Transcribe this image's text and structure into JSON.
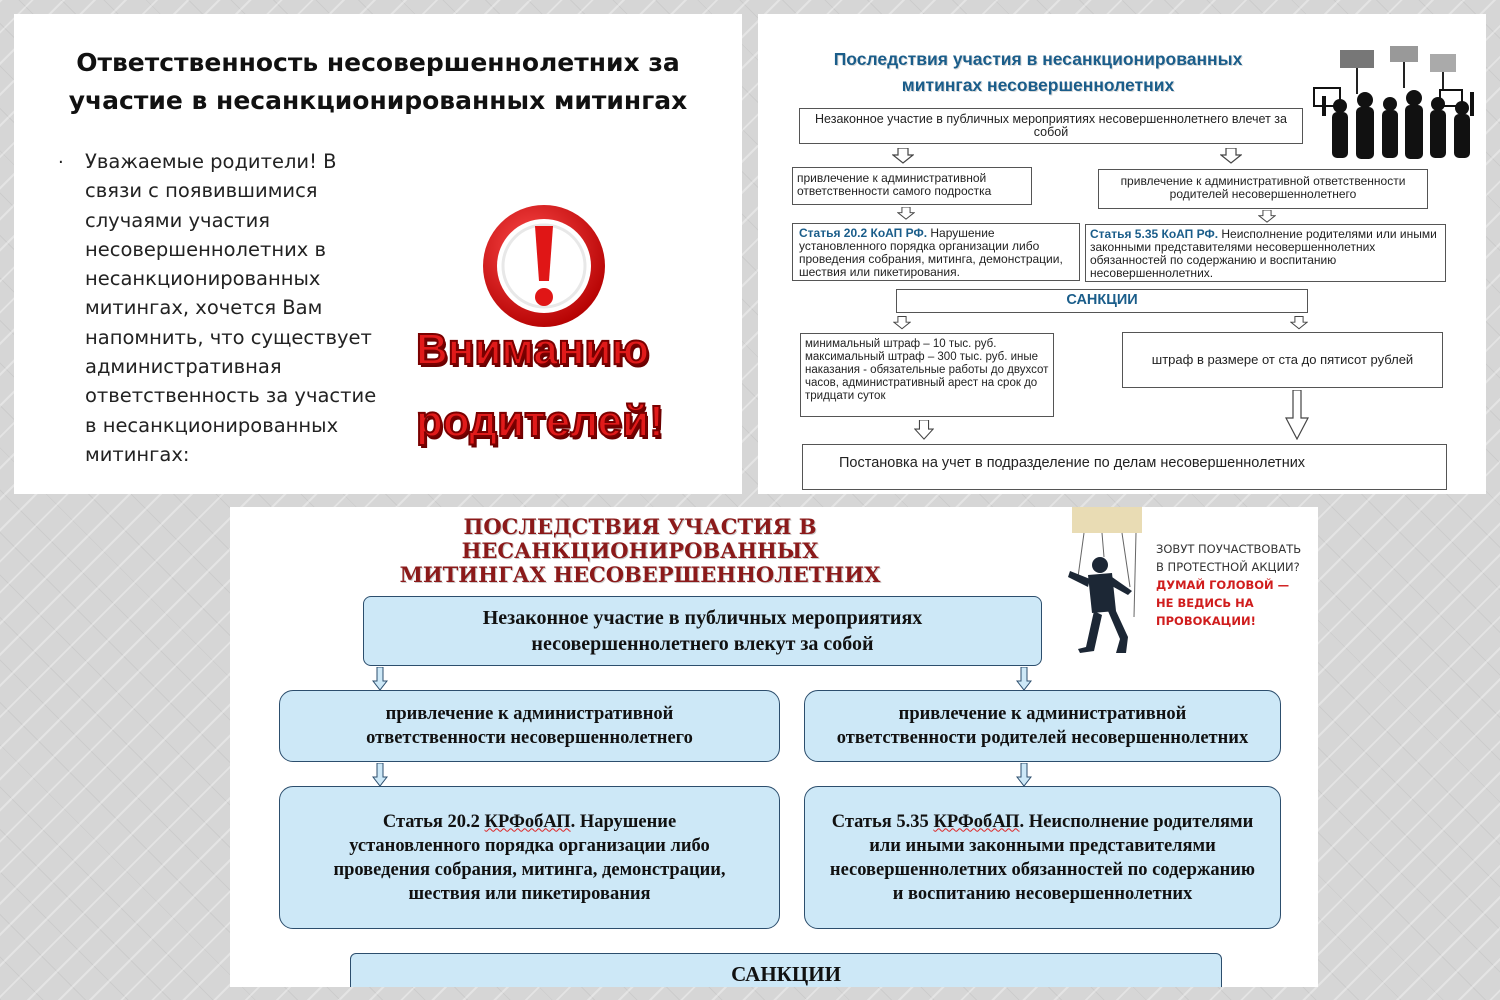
{
  "panel1": {
    "title": "Ответственность несовершеннолетних за участие в несанкционированных митингах",
    "bullet": "·",
    "body": "Уважаемые родители! В связи с появившимися случаями участия несовершеннолетних в несанкционированных митингах, хочется Вам напомнить, что существует административная ответственность за участие в несанкционированных митингах:",
    "attention_line1": "Вниманию",
    "attention_line2": "родителей!",
    "icon": "exclamation-alert-icon"
  },
  "panel2": {
    "title": "Последствия участия в несанкционированных митингах несовершеннолетних",
    "illegal": "Незаконное участие в публичных мероприятиях несовершеннолетнего влечет за собой",
    "left_resp": "привлечение к административной ответственности самого подростка",
    "right_resp": "привлечение к административной ответственности родителей несовершеннолетнего",
    "left_article_ref": "Статья 20.2 КоАП РФ.",
    "left_article_text": " Нарушение установленного порядка организации либо проведения собрания, митинга, демонстрации, шествия или пикетирования.",
    "right_article_ref": "Статья 5.35 КоАП РФ.",
    "right_article_text": " Неисполнение родителями или иными законными представителями несовершеннолетних обязанностей по содержанию и воспитанию несовершеннолетних.",
    "sanctions": "САНКЦИИ",
    "left_sanctions": "минимальный штраф – 10 тыс. руб. максимальный штраф – 300 тыс. руб. иные наказания - обязательные работы до двухсот часов, административный арест на срок до тридцати суток",
    "right_sanctions": "штраф в размере от ста до пятисот рублей",
    "registration": "Постановка на учет в подразделение по делам несовершеннолетних",
    "image": "protest-crowd-silhouette"
  },
  "panel3": {
    "title_line1": "ПОСЛЕДСТВИЯ УЧАСТИЯ В НЕСАНКЦИОНИРОВАННЫХ",
    "title_line2": "МИТИНГАХ НЕСОВЕРШЕННОЛЕТНИХ",
    "illegal_line1": "Незаконное участие в публичных мероприятиях",
    "illegal_line2": "несовершеннолетнего влекут за собой",
    "left_resp_line1": "привлечение к административной",
    "left_resp_line2": "ответственности несовершеннолетнего",
    "right_resp_line1": "привлечение к административной",
    "right_resp_line2": "ответственности родителей несовершеннолетних",
    "left_article_pre": "Статья 20.2 ",
    "left_article_code": "КРФобАП",
    "left_article_text": ". Нарушение установленного порядка организации либо проведения собрания, митинга, демонстрации, шествия или пикетирования",
    "right_article_pre": "Статья 5.35 ",
    "right_article_code": "КРФобАП",
    "right_article_text": ". Неисполнение родителями или иными законными представителями несовершеннолетних обязанностей по содержанию и воспитанию несовершеннолетних",
    "sanctions": "САНКЦИИ",
    "puppet_text_line1": "ЗОВУТ ПОУЧАСТВОВАТЬ",
    "puppet_text_line2": "В ПРОТЕСТНОЙ АКЦИИ?",
    "puppet_warn_line1": "ДУМАЙ ГОЛОВОЙ —",
    "puppet_warn_line2": "НЕ ВЕДИСЬ НА ПРОВОКАЦИИ!",
    "image": "puppet-protester-illustration"
  },
  "colors": {
    "alert_red": "#e11a1a",
    "blue_heading": "#1a5d8a",
    "dark_red_heading": "#8b1a1a",
    "box_fill": "#cde8f7"
  }
}
